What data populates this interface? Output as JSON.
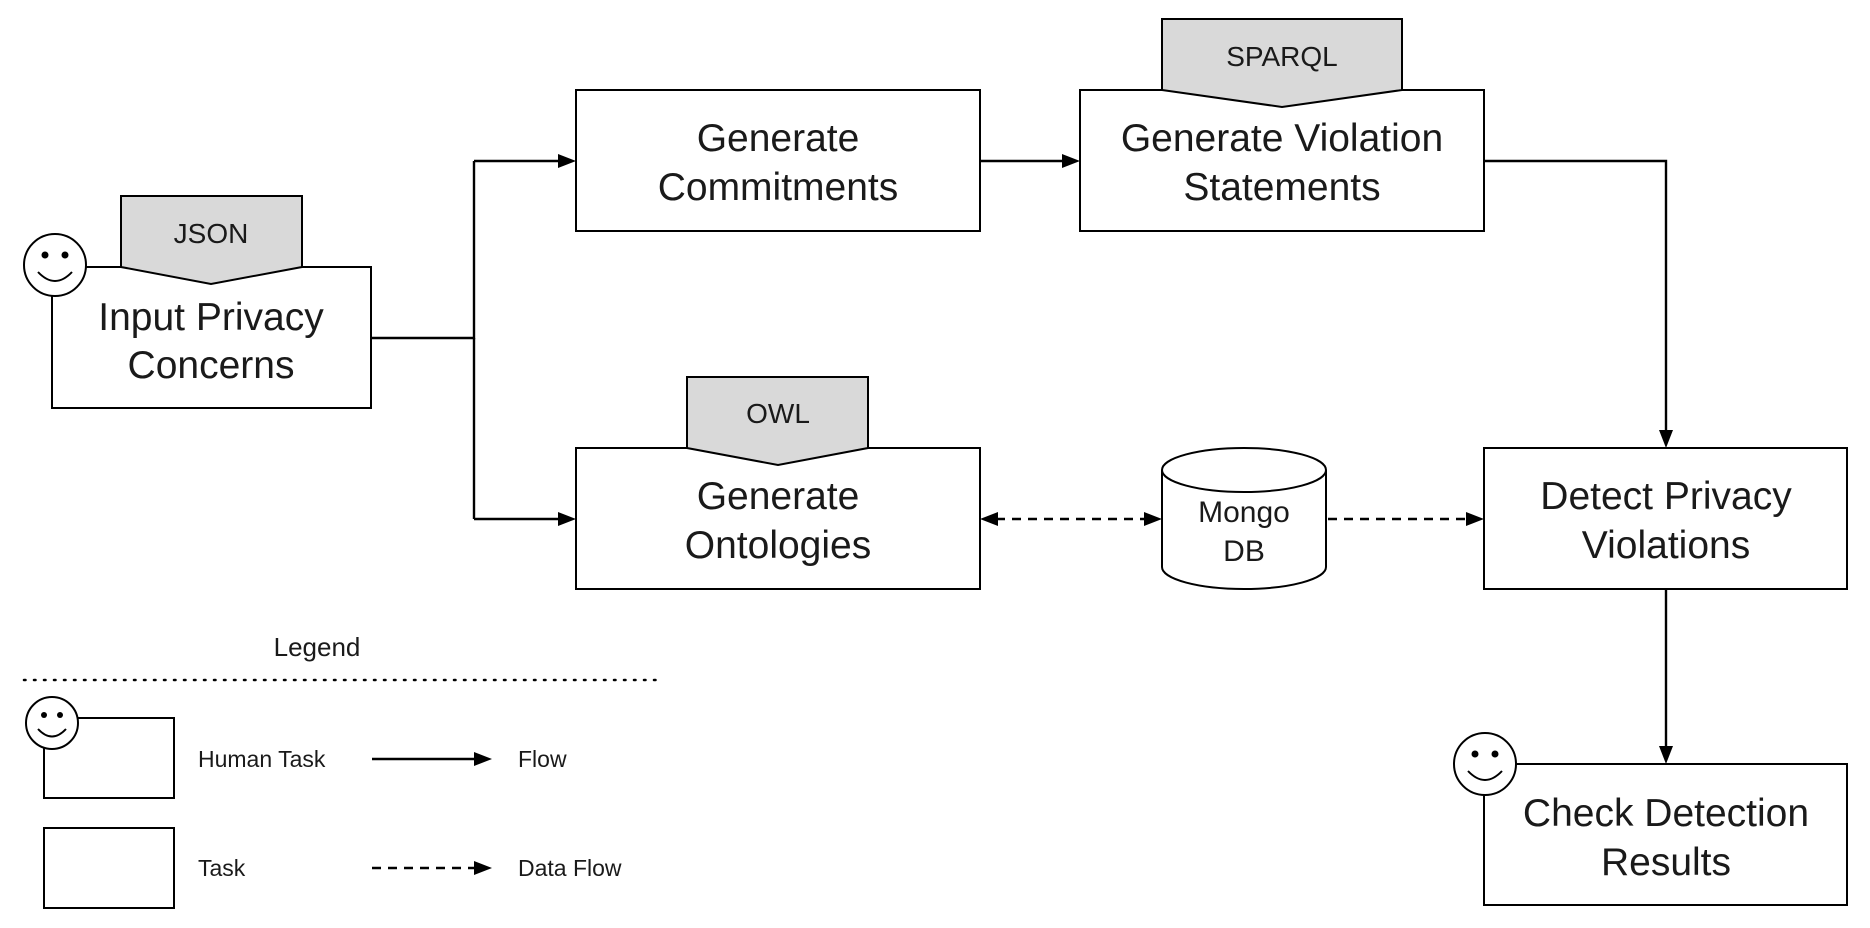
{
  "nodes": {
    "input_privacy_concerns": {
      "lines": [
        "Input Privacy",
        "Concerns"
      ],
      "kind": "human-task",
      "tag": "JSON"
    },
    "generate_commitments": {
      "lines": [
        "Generate",
        "Commitments"
      ],
      "kind": "task"
    },
    "generate_violation_statements": {
      "lines": [
        "Generate Violation",
        "Statements"
      ],
      "kind": "task",
      "tag": "SPARQL"
    },
    "generate_ontologies": {
      "lines": [
        "Generate",
        "Ontologies"
      ],
      "kind": "task",
      "tag": "OWL"
    },
    "mongo_db": {
      "lines": [
        "Mongo",
        "DB"
      ],
      "kind": "database"
    },
    "detect_privacy_violations": {
      "lines": [
        "Detect Privacy",
        "Violations"
      ],
      "kind": "task"
    },
    "check_detection_results": {
      "lines": [
        "Check Detection",
        "Results"
      ],
      "kind": "human-task"
    }
  },
  "edges": [
    {
      "from": "input_privacy_concerns",
      "to": "generate_commitments",
      "type": "flow"
    },
    {
      "from": "input_privacy_concerns",
      "to": "generate_ontologies",
      "type": "flow"
    },
    {
      "from": "generate_commitments",
      "to": "generate_violation_statements",
      "type": "flow"
    },
    {
      "from": "generate_violation_statements",
      "to": "detect_privacy_violations",
      "type": "flow"
    },
    {
      "from": "generate_ontologies",
      "to": "mongo_db",
      "type": "data-flow",
      "bidirectional": true
    },
    {
      "from": "mongo_db",
      "to": "detect_privacy_violations",
      "type": "data-flow"
    },
    {
      "from": "detect_privacy_violations",
      "to": "check_detection_results",
      "type": "flow"
    }
  ],
  "legend": {
    "title": "Legend",
    "human_task": "Human Task",
    "task": "Task",
    "flow": "Flow",
    "data_flow": "Data Flow"
  },
  "colors": {
    "tag_fill": "#d9d9d9",
    "stroke": "#000000",
    "background": "#ffffff"
  }
}
